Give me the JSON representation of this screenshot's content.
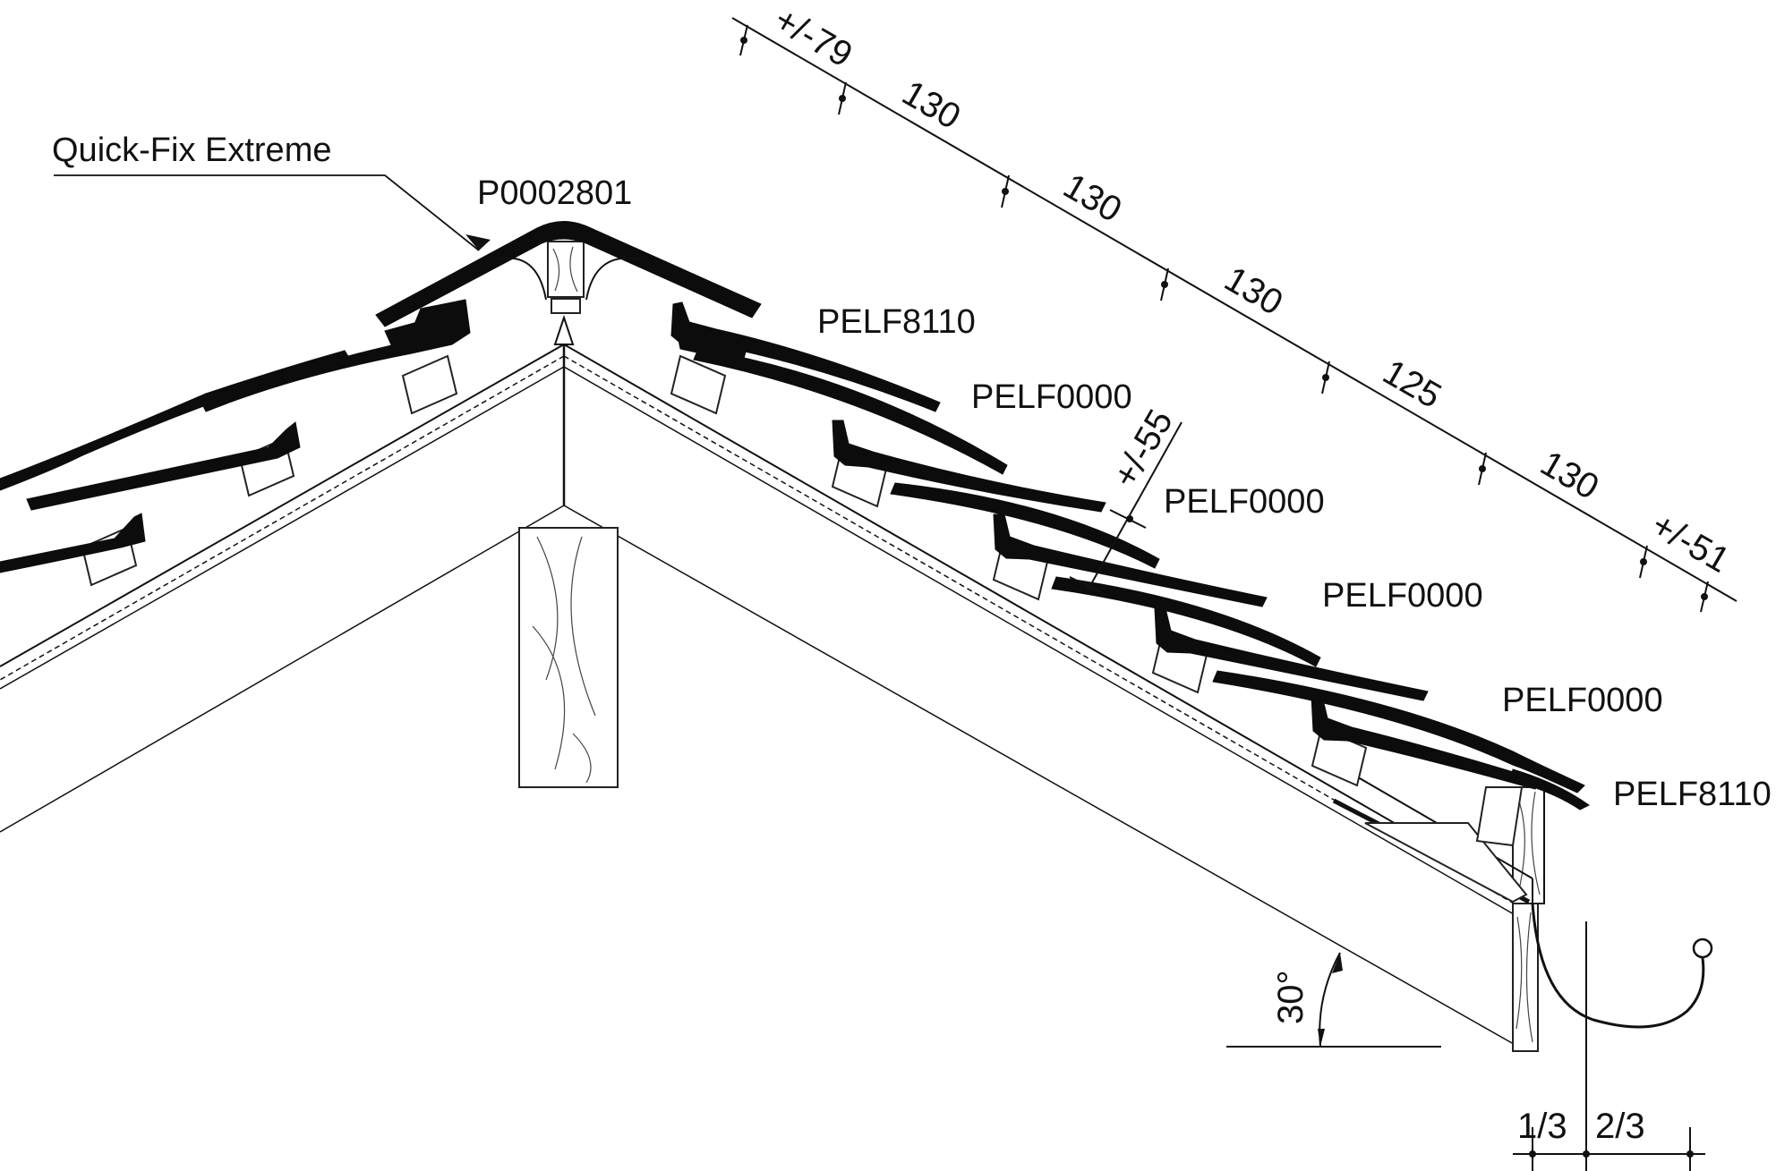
{
  "labels": {
    "fixing": "Quick-Fix Extreme",
    "ridge": "P0002801",
    "tile_top": "PELF8110",
    "tile_1": "PELF0000",
    "tile_2": "PELF0000",
    "tile_3": "PELF0000",
    "tile_4": "PELF0000",
    "tile_bottom": "PELF8110"
  },
  "dimensions": {
    "first_gauge": "+/-79",
    "gauge_1": "130",
    "gauge_2": "130",
    "gauge_3": "130",
    "gauge_4": "125",
    "gauge_5": "130",
    "last_gauge": "+/-51",
    "overlap": "+/-55"
  },
  "roof_pitch": "30°",
  "gutter_split": {
    "left": "1/3",
    "right": "2/3"
  }
}
